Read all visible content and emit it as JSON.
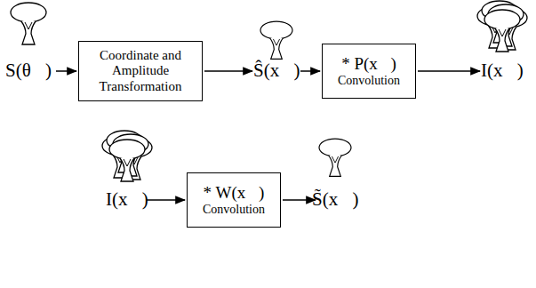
{
  "diagram": {
    "nodes": [
      {
        "text": [
          "Coordinate and Amplitude Transformation"
        ]
      },
      {
        "text": [
          "* P(x⃗)",
          "Convolution"
        ]
      },
      {
        "text": [
          "* W(x⃗)",
          "Convolution"
        ]
      }
    ],
    "labels": [
      "S(θ⃗)",
      "Ŝ(x⃗)",
      "I(x⃗)",
      "I(x⃗)",
      "S̃(x⃗)"
    ]
  }
}
